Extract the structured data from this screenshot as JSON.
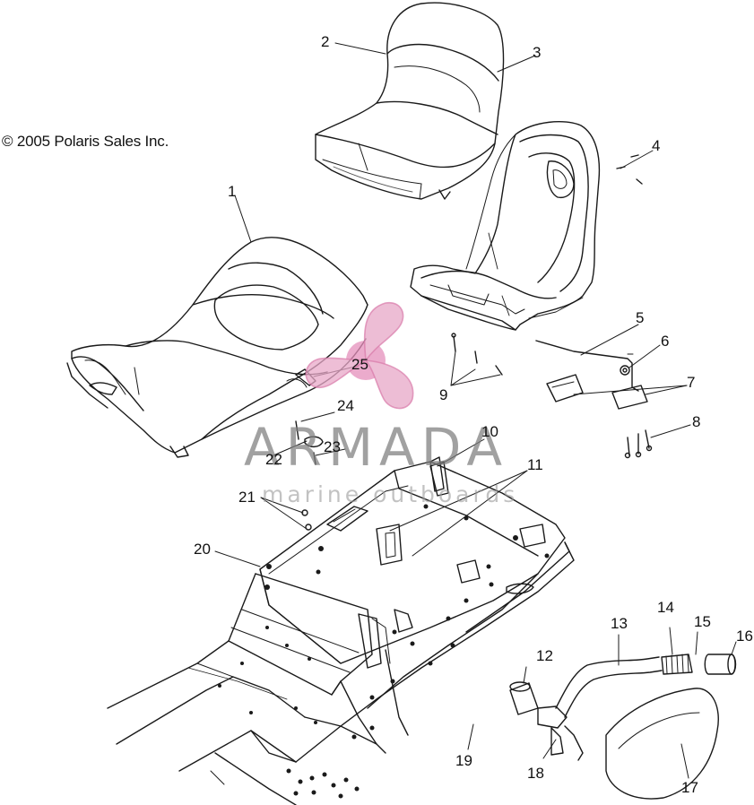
{
  "copyright": "© 2005 Polaris Sales Inc.",
  "watermark": {
    "brand": "ARMADA",
    "tagline": "marine outboards",
    "logo_color": "#e8a8c8",
    "text_color": "#7e7e7e"
  },
  "callouts": [
    "1",
    "2",
    "3",
    "4",
    "5",
    "6",
    "7",
    "8",
    "9",
    "10",
    "11",
    "12",
    "13",
    "14",
    "15",
    "16",
    "17",
    "18",
    "19",
    "20",
    "21",
    "22",
    "23",
    "24",
    "25"
  ]
}
